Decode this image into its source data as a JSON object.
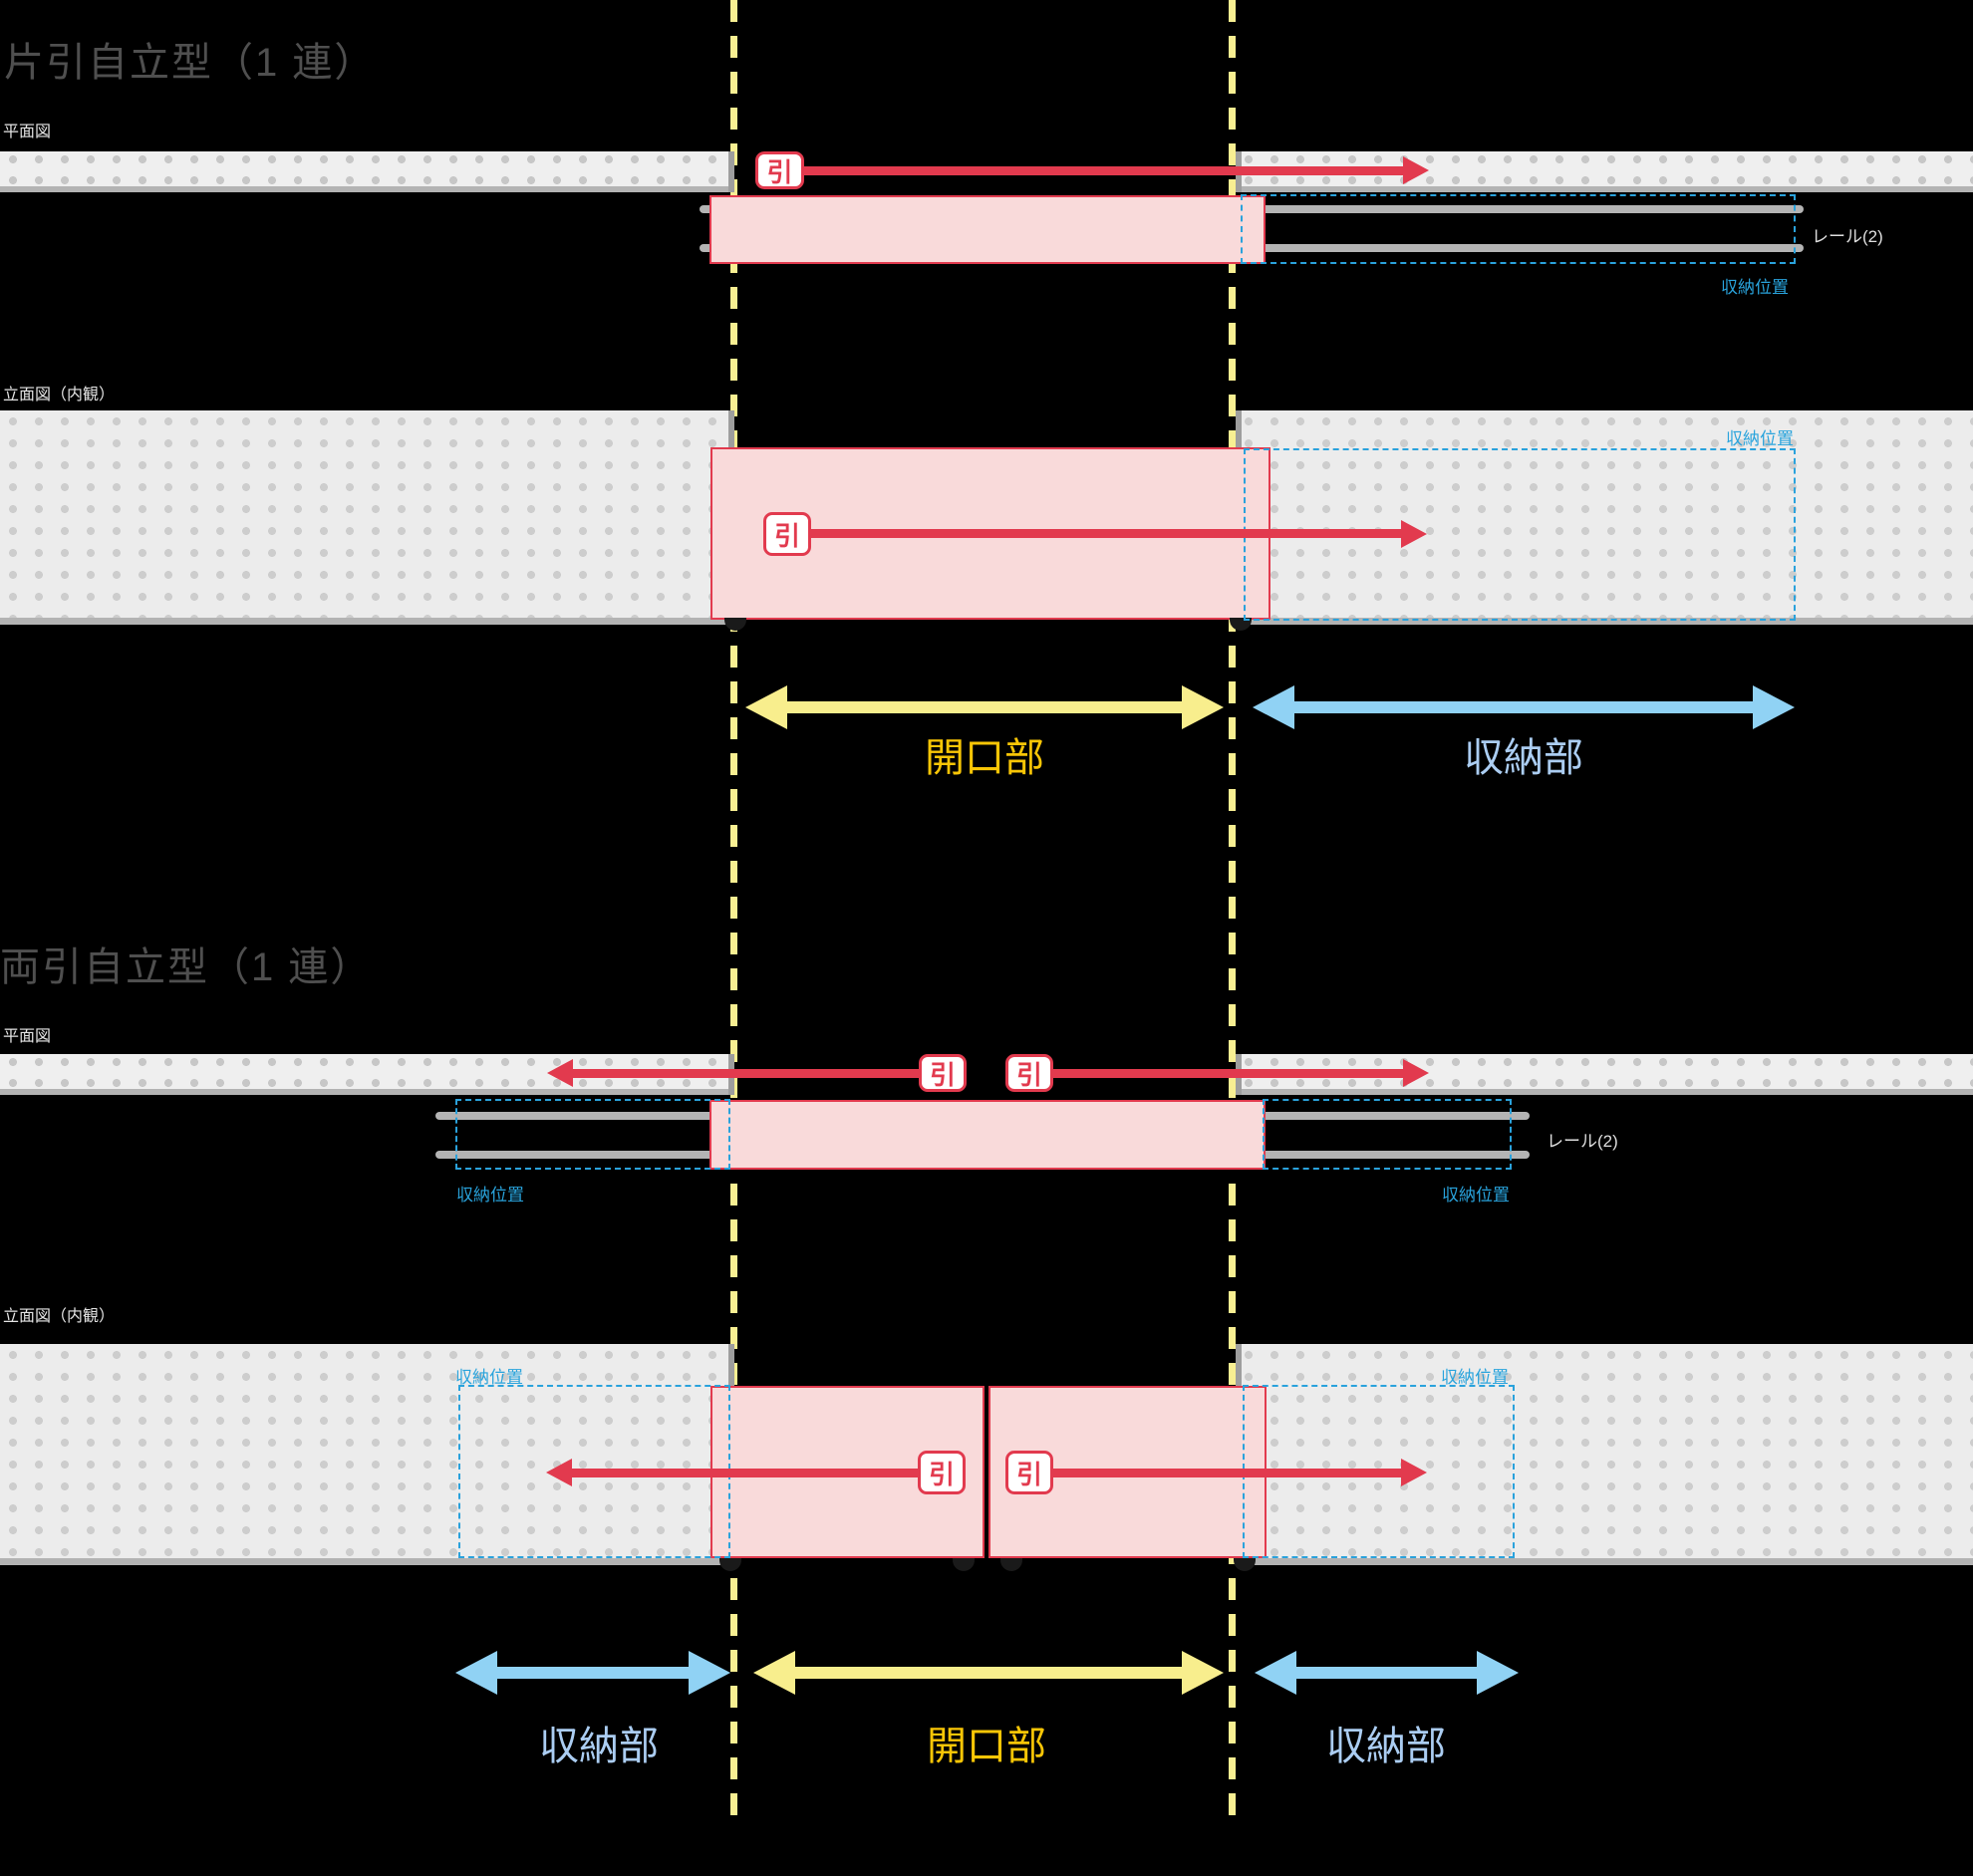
{
  "colors": {
    "background": "#000000",
    "accent_red": "#e23a4e",
    "door_pink": "#f9dada",
    "yellow_boundary_line": "#f8ef92",
    "yellow_arrow": "#f8ee8d",
    "yellow_label": "#f9c606",
    "blue_arrow": "#90d2f4",
    "blue_label": "#abcdf2",
    "cyan_dashed": "#2aa2dc",
    "title_gray": "#4f4f4f",
    "wall_band": "#efefef",
    "rail_gray": "#b4b4b4"
  },
  "sections": [
    {
      "title": "片引自立型（1 連）",
      "plan_view_label": "平面図",
      "elevation_view_label": "立面図（内観）",
      "pull_badge": "引",
      "rail_label": "レール(2)",
      "storage_position_label": "収納位置",
      "opening_section_label": "開口部",
      "storage_section_label": "収納部"
    },
    {
      "title": "両引自立型（1 連）",
      "plan_view_label": "平面図",
      "elevation_view_label": "立面図（内観）",
      "pull_badge": "引",
      "rail_label": "レール(2)",
      "storage_position_label": "収納位置",
      "opening_section_label": "開口部",
      "storage_section_label": "収納部"
    }
  ]
}
